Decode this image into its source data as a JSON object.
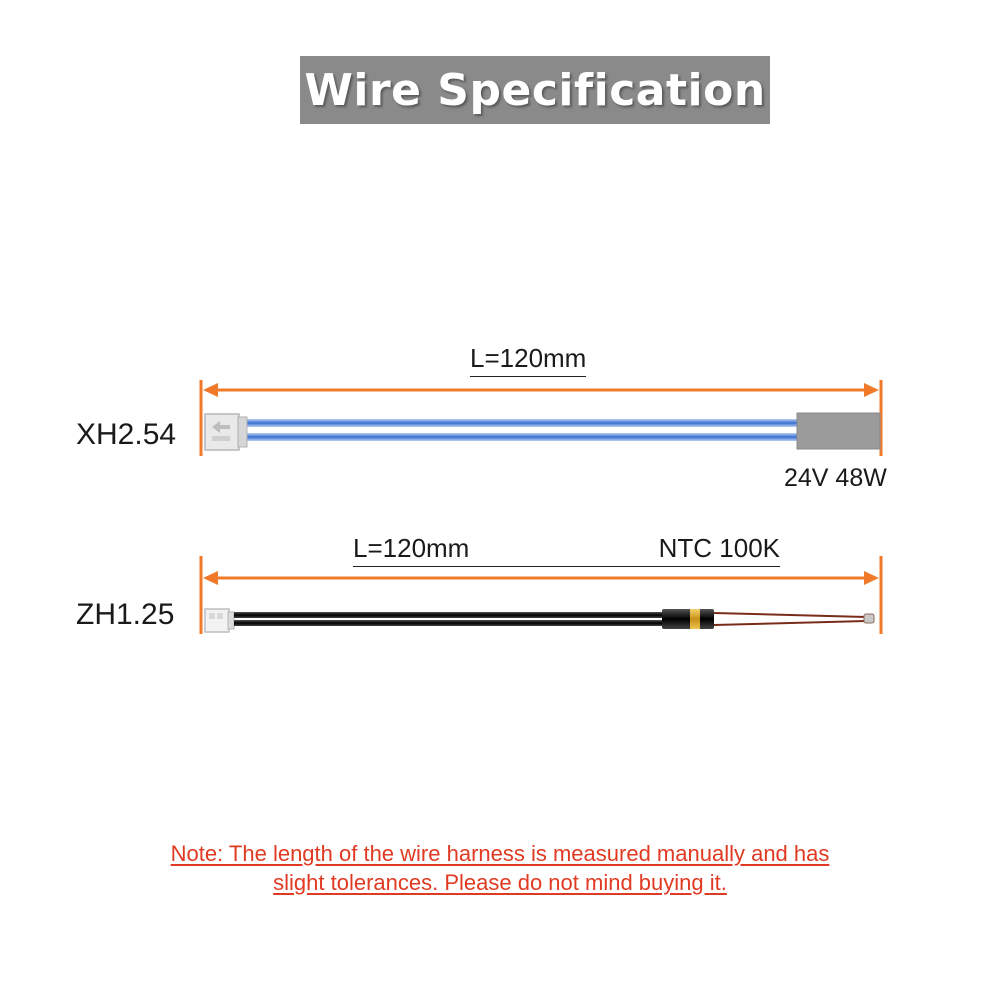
{
  "title": "Wire Specification",
  "colors": {
    "banner": "#8a8a8a",
    "dimension_arrow": "#f07a2a",
    "note_text": "#e03a22",
    "heater_wire": "#3a6fd0",
    "thermistor_wire": "#111111"
  },
  "heater_cable": {
    "connector": "XH2.54",
    "length_label": "L=120mm",
    "spec": "24V 48W"
  },
  "thermistor_cable": {
    "connector": "ZH1.25",
    "length_label": "L=120mm",
    "sensor": "NTC 100K"
  },
  "note": {
    "line1": "Note: The length of the wire harness is measured manually and has",
    "line2": "slight tolerances. Please do not mind buying it."
  }
}
